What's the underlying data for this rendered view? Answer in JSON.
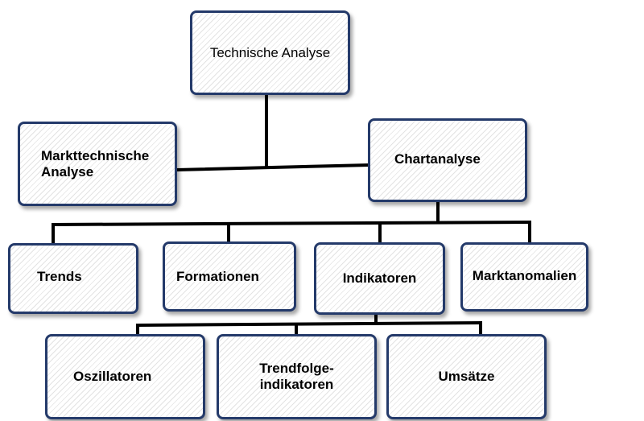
{
  "diagram": {
    "root": {
      "label": "Technische Analyse"
    },
    "level1": [
      {
        "label": "Markttechnische\nAnalyse"
      },
      {
        "label": "Chartanalyse"
      }
    ],
    "level2": [
      {
        "label": "Trends"
      },
      {
        "label": "Formationen"
      },
      {
        "label": "Indikatoren"
      },
      {
        "label": "Marktanomalien"
      }
    ],
    "level3": [
      {
        "label": "Oszillatoren"
      },
      {
        "label": "Trendfolge-\nindikatoren"
      },
      {
        "label": "Umsätze"
      }
    ]
  },
  "colors": {
    "border": "#243a6a",
    "connector": "#000000",
    "box_fill": "#f4f4f4"
  }
}
